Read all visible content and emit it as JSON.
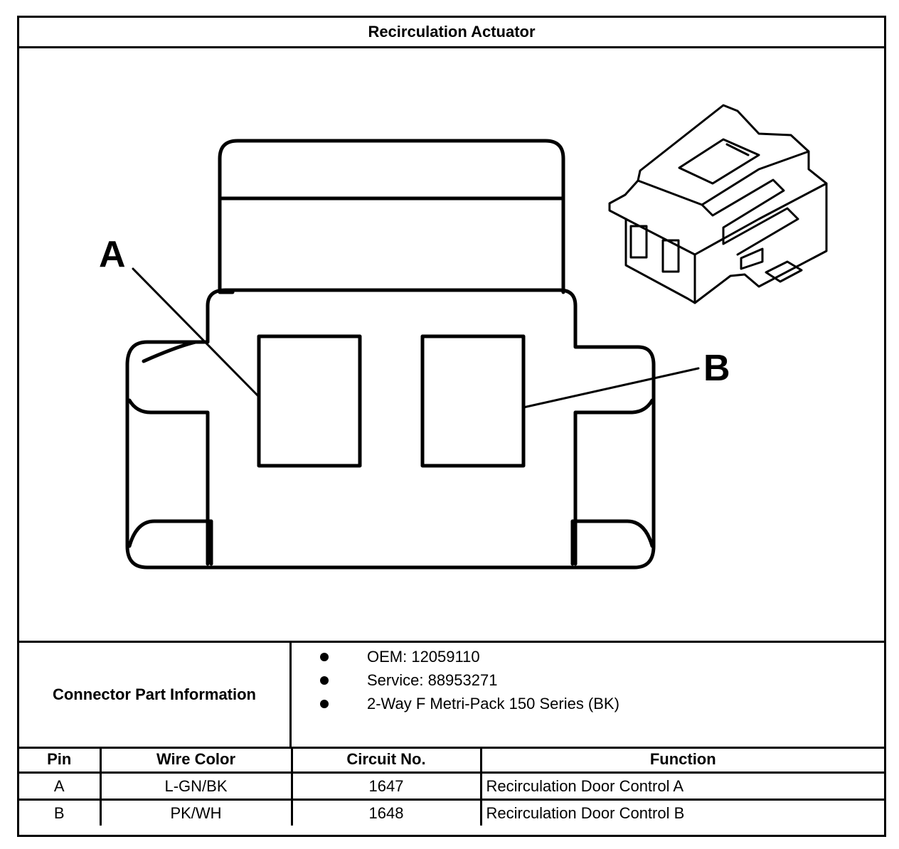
{
  "title": "Recirculation Actuator",
  "callouts": {
    "a": "A",
    "b": "B"
  },
  "connector_info": {
    "label": "Connector Part Information",
    "items": [
      "OEM: 12059110",
      "Service: 88953271",
      "2-Way F Metri-Pack 150 Series (BK)"
    ]
  },
  "pin_table": {
    "headers": [
      "Pin",
      "Wire Color",
      "Circuit No.",
      "Function"
    ],
    "rows": [
      [
        "A",
        "L-GN/BK",
        "1647",
        "Recirculation Door Control A"
      ],
      [
        "B",
        "PK/WH",
        "1648",
        "Recirculation Door Control B"
      ]
    ]
  }
}
